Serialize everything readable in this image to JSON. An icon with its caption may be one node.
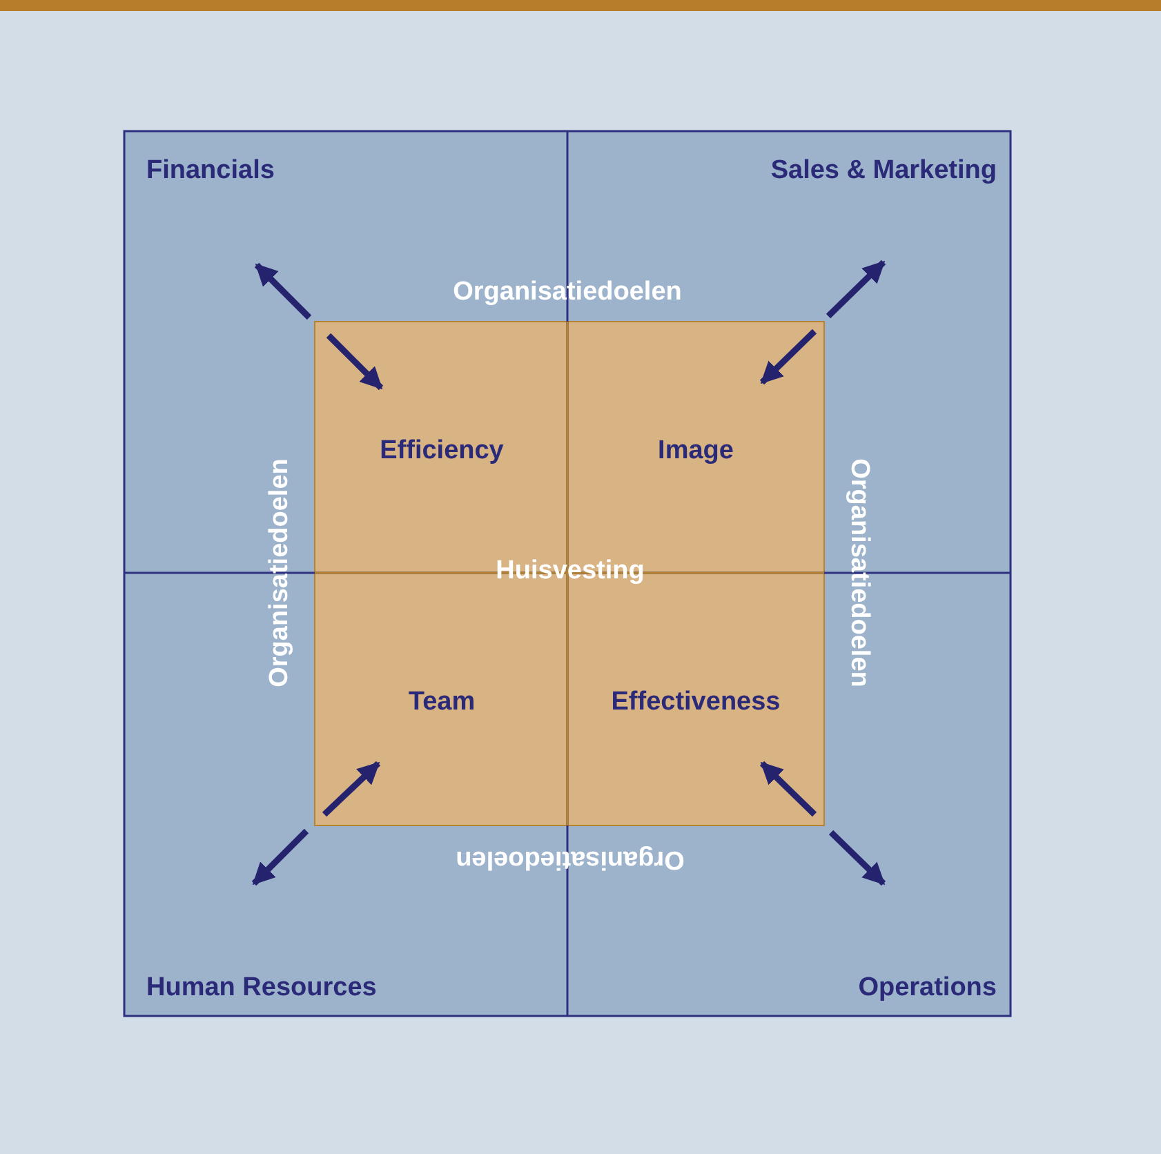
{
  "diagram": {
    "nodes": [
      {
        "text": [
          "Financials"
        ]
      },
      {
        "text": [
          "Sales & Marketing"
        ]
      },
      {
        "text": [
          "Efficiency"
        ]
      },
      {
        "text": [
          "Image"
        ]
      },
      {
        "text": [
          "Team"
        ]
      },
      {
        "text": [
          "Effectiveness"
        ]
      },
      {
        "text": [
          "Human Resources"
        ]
      },
      {
        "text": [
          "Operations"
        ]
      }
    ],
    "labels": [
      "Organisatiedoelen",
      "Organisatiedoelen",
      "Huisvesting",
      "Organisatiedoelen",
      "Organisatiedoelen"
    ]
  }
}
